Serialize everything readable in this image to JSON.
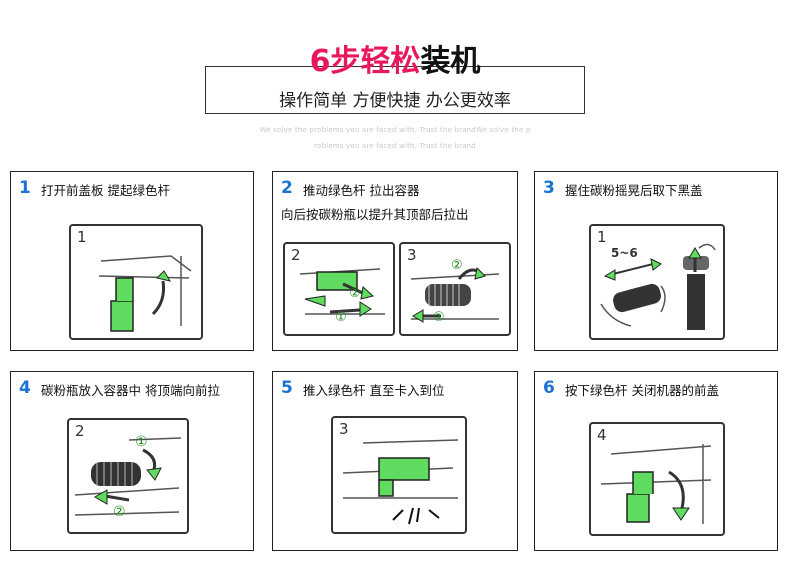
{
  "header": {
    "title_red": "6步轻松",
    "title_black": "装机",
    "subtitle": "操作简单 方便快捷 办公更效率",
    "watermark_line1": "We solve the problems you are faced with, Trust the brandWe solve the p",
    "watermark_line2": "roblems you are faced with, Trust the brand"
  },
  "steps": [
    {
      "num": "1",
      "text": "打开前盖板 提起绿色杆",
      "panel": "1"
    },
    {
      "num": "2",
      "text": "推动绿色杆 拉出容器",
      "text2": "向后按碳粉瓶以提升其顶部后拉出",
      "panel": "2",
      "panel_b": "3",
      "circ1": "①",
      "circ2": "②"
    },
    {
      "num": "3",
      "text": "握住碳粉摇晃后取下黑盖",
      "panel": "1",
      "shake": "5~6"
    },
    {
      "num": "4",
      "text": "碳粉瓶放入容器中 将顶端向前拉",
      "panel": "2",
      "circ1": "①",
      "circ2": "②"
    },
    {
      "num": "5",
      "text": "推入绿色杆 直至卡入到位",
      "panel": "3"
    },
    {
      "num": "6",
      "text": "按下绿色杆 关闭机器的前盖",
      "panel": "4"
    }
  ],
  "colors": {
    "accent": "#e8185a",
    "step_num": "#1a73d4",
    "green": "#5fdc5f"
  }
}
